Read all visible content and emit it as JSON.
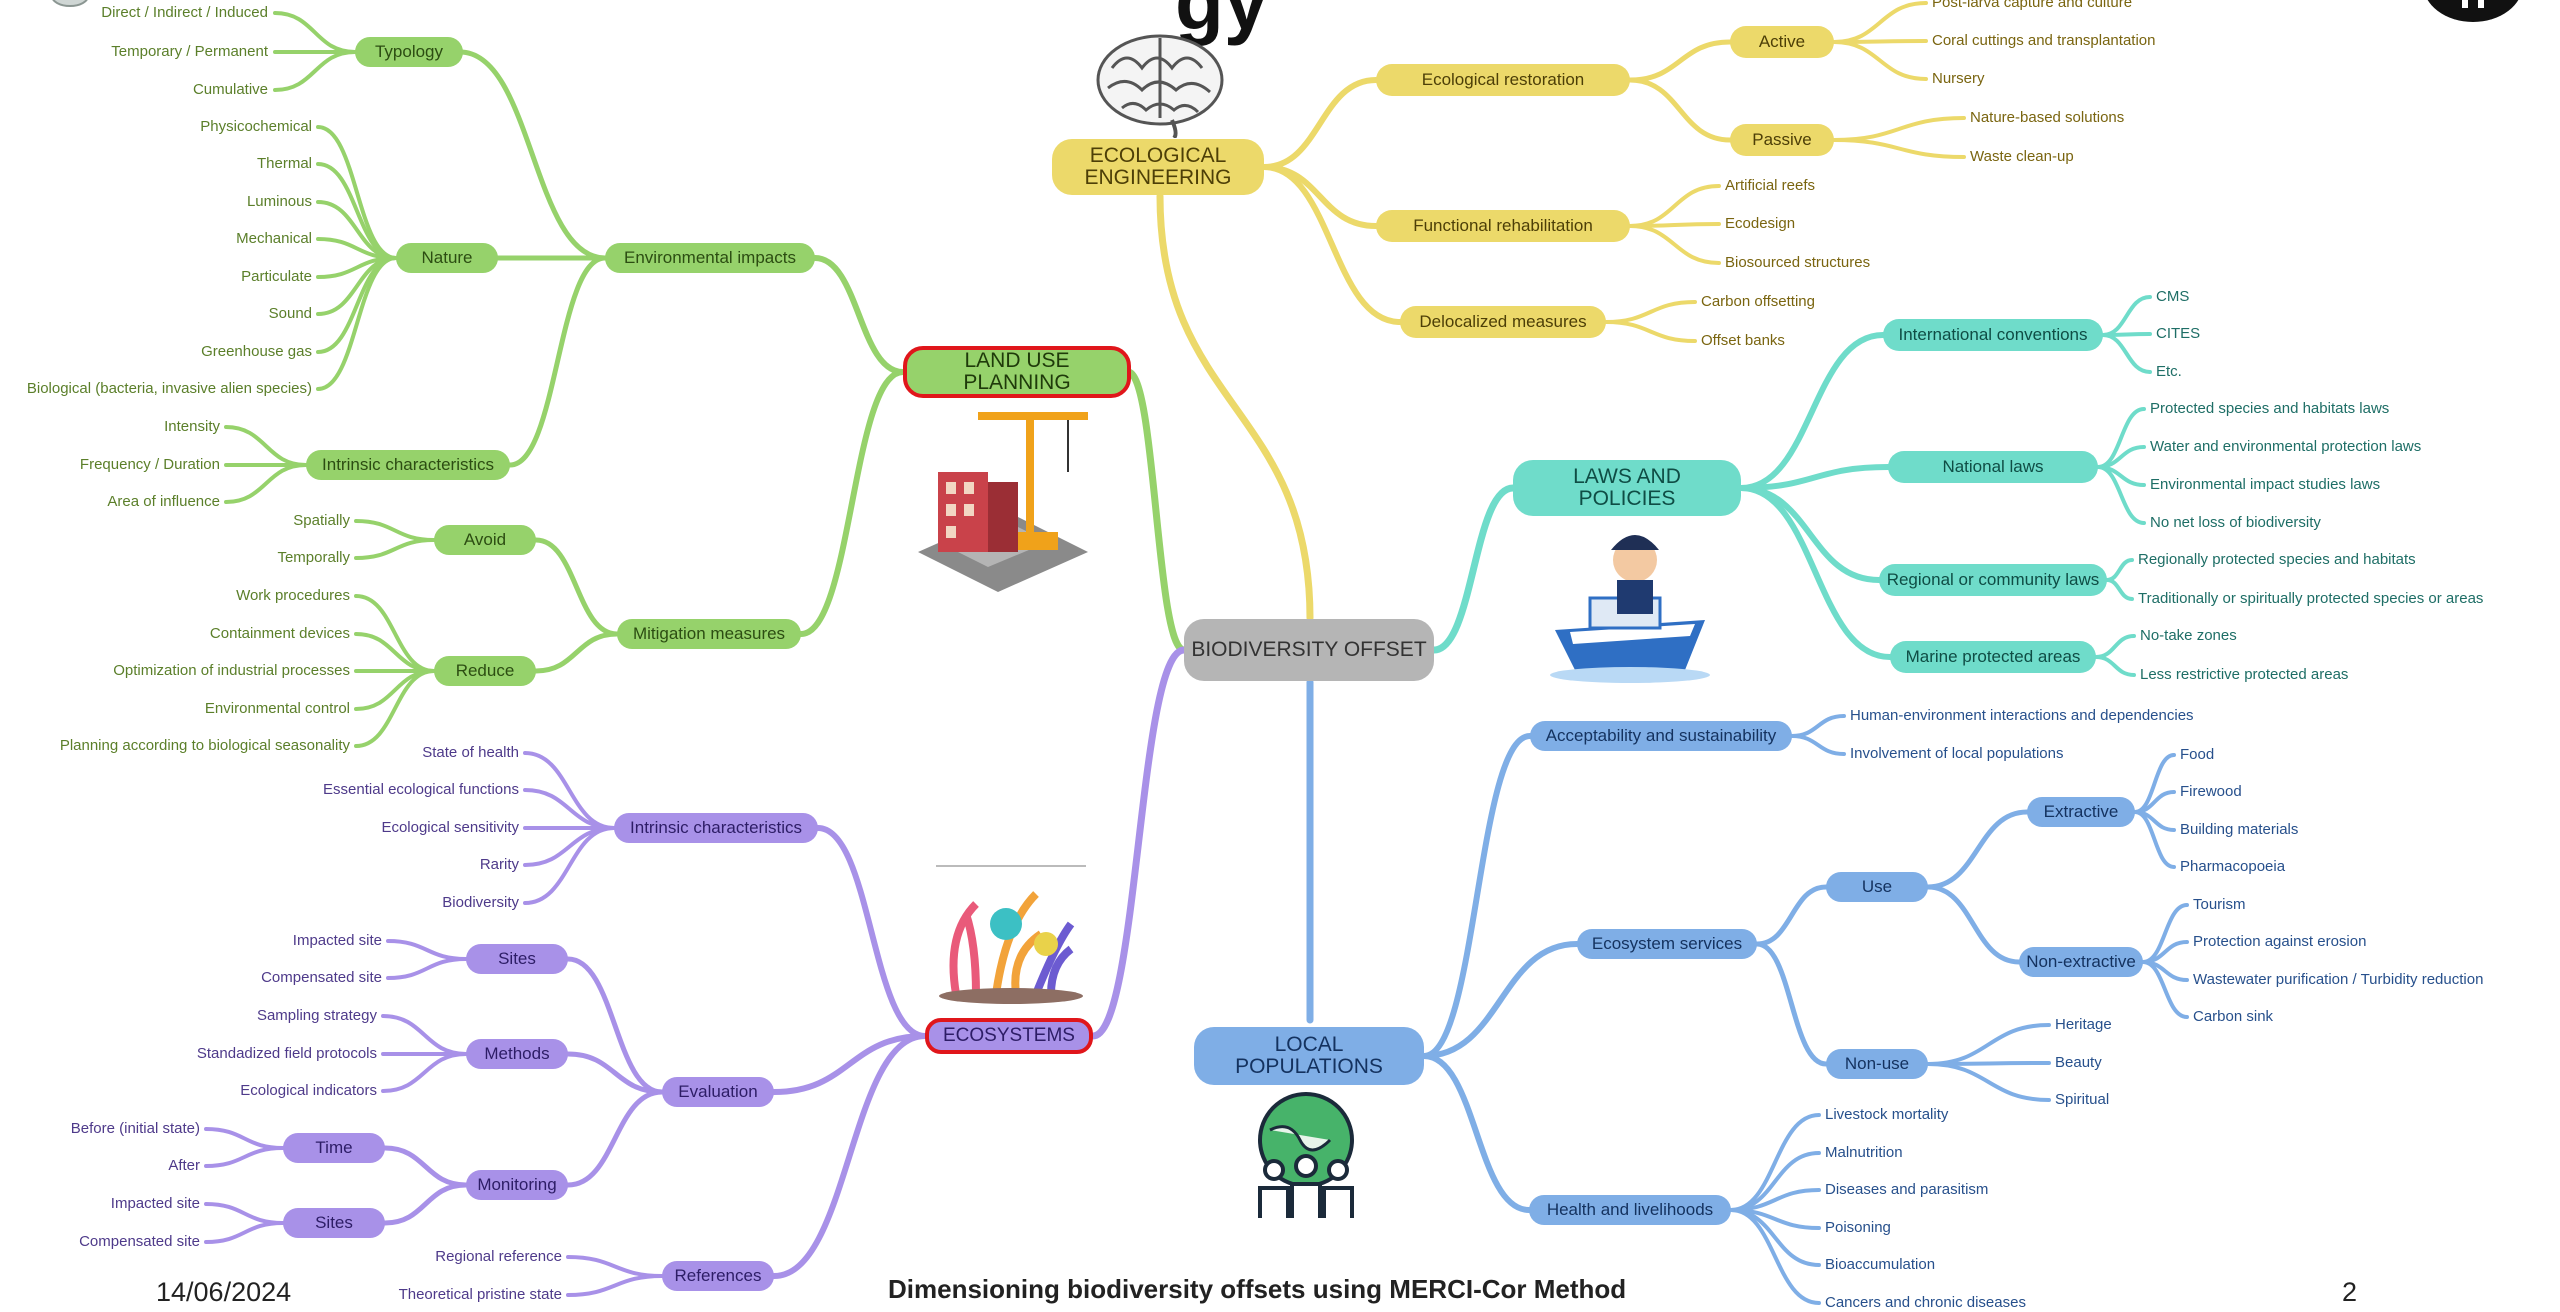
{
  "title_fragment": "gy",
  "center": {
    "label": "BIODIVERSITY OFFSET"
  },
  "land": {
    "label": "LAND USE PLANNING",
    "env": {
      "label": "Environmental impacts"
    },
    "typology": {
      "label": "Typology",
      "items": [
        "Direct / Indirect / Induced",
        "Temporary / Permanent",
        "Cumulative"
      ]
    },
    "nature": {
      "label": "Nature",
      "items": [
        "Physicochemical",
        "Thermal",
        "Luminous",
        "Mechanical",
        "Particulate",
        "Sound",
        "Greenhouse gas",
        "Biological (bacteria, invasive alien species)"
      ]
    },
    "intrinsic": {
      "label": "Intrinsic characteristics",
      "items": [
        "Intensity",
        "Frequency / Duration",
        "Area of influence"
      ]
    },
    "mitigation": {
      "label": "Mitigation measures"
    },
    "avoid": {
      "label": "Avoid",
      "items": [
        "Spatially",
        "Temporally"
      ]
    },
    "reduce": {
      "label": "Reduce",
      "items": [
        "Work procedures",
        "Containment devices",
        "Optimization of industrial processes",
        "Environmental control",
        "Planning according to biological seasonality"
      ]
    }
  },
  "eco": {
    "label": "ECOSYSTEMS",
    "intrinsic": {
      "label": "Intrinsic characteristics",
      "items": [
        "State of health",
        "Essential ecological functions",
        "Ecological sensitivity",
        "Rarity",
        "Biodiversity"
      ]
    },
    "evaluation": {
      "label": "Evaluation"
    },
    "sites": {
      "label": "Sites",
      "items": [
        "Impacted site",
        "Compensated site"
      ]
    },
    "methods": {
      "label": "Methods",
      "items": [
        "Sampling strategy",
        "Standadized field protocols",
        "Ecological indicators"
      ]
    },
    "monitoring": {
      "label": "Monitoring"
    },
    "time": {
      "label": "Time",
      "items": [
        "Before (initial state)",
        "After"
      ]
    },
    "msites": {
      "label": "Sites",
      "items": [
        "Impacted site",
        "Compensated site"
      ]
    },
    "references": {
      "label": "References",
      "items": [
        "Regional reference",
        "Theoretical pristine state"
      ]
    }
  },
  "eng": {
    "label": "ECOLOGICAL ENGINEERING",
    "restoration": {
      "label": "Ecological restoration"
    },
    "active": {
      "label": "Active",
      "items": [
        "Post-larva capture and culture",
        "Coral cuttings and transplantation",
        "Nursery"
      ]
    },
    "passive": {
      "label": "Passive",
      "items": [
        "Nature-based solutions",
        "Waste clean-up"
      ]
    },
    "functional": {
      "label": "Functional rehabilitation",
      "items": [
        "Artificial reefs",
        "Ecodesign",
        "Biosourced structures"
      ]
    },
    "delocalized": {
      "label": "Delocalized measures",
      "items": [
        "Carbon offsetting",
        "Offset banks"
      ]
    }
  },
  "laws": {
    "label": "LAWS AND POLICIES",
    "international": {
      "label": "International conventions",
      "items": [
        "CMS",
        "CITES",
        "Etc."
      ]
    },
    "national": {
      "label": "National laws",
      "items": [
        "Protected species and habitats laws",
        "Water and environmental protection laws",
        "Environmental impact studies laws",
        "No net loss of biodiversity"
      ]
    },
    "regional": {
      "label": "Regional or community laws",
      "items": [
        "Regionally protected species and habitats",
        "Traditionally or spiritually protected species or areas"
      ]
    },
    "marine": {
      "label": "Marine protected areas",
      "items": [
        "No-take zones",
        "Less restrictive protected areas"
      ]
    }
  },
  "local": {
    "label": "LOCAL POPULATIONS",
    "accept": {
      "label": "Acceptability and sustainability",
      "items": [
        "Human-environment interactions and dependencies",
        "Involvement of local populations"
      ]
    },
    "services": {
      "label": "Ecosystem services"
    },
    "use": {
      "label": "Use"
    },
    "extractive": {
      "label": "Extractive",
      "items": [
        "Food",
        "Firewood",
        "Building materials",
        "Pharmacopoeia"
      ]
    },
    "nonextractive": {
      "label": "Non-extractive",
      "items": [
        "Tourism",
        "Protection against erosion",
        "Wastewater purification / Turbidity reduction",
        "Carbon sink"
      ]
    },
    "nonuse": {
      "label": "Non-use",
      "items": [
        "Heritage",
        "Beauty",
        "Spiritual"
      ]
    },
    "health": {
      "label": "Health and livelihoods",
      "items": [
        "Livestock mortality",
        "Malnutrition",
        "Diseases and parasitism",
        "Poisoning",
        "Bioaccumulation",
        "Cancers and chronic diseases"
      ]
    }
  },
  "footer": {
    "date": "14/06/2024",
    "title": "Dimensioning biodiversity offsets using MERCI-Cor Method",
    "page": "2"
  },
  "colors": {
    "green": "#96d26b",
    "purple": "#a891e8",
    "teal": "#6fdcca",
    "blue": "#7faee6",
    "yellow": "#ecd96a",
    "grey": "#b5b5b5",
    "highlight": "#e0161b"
  }
}
